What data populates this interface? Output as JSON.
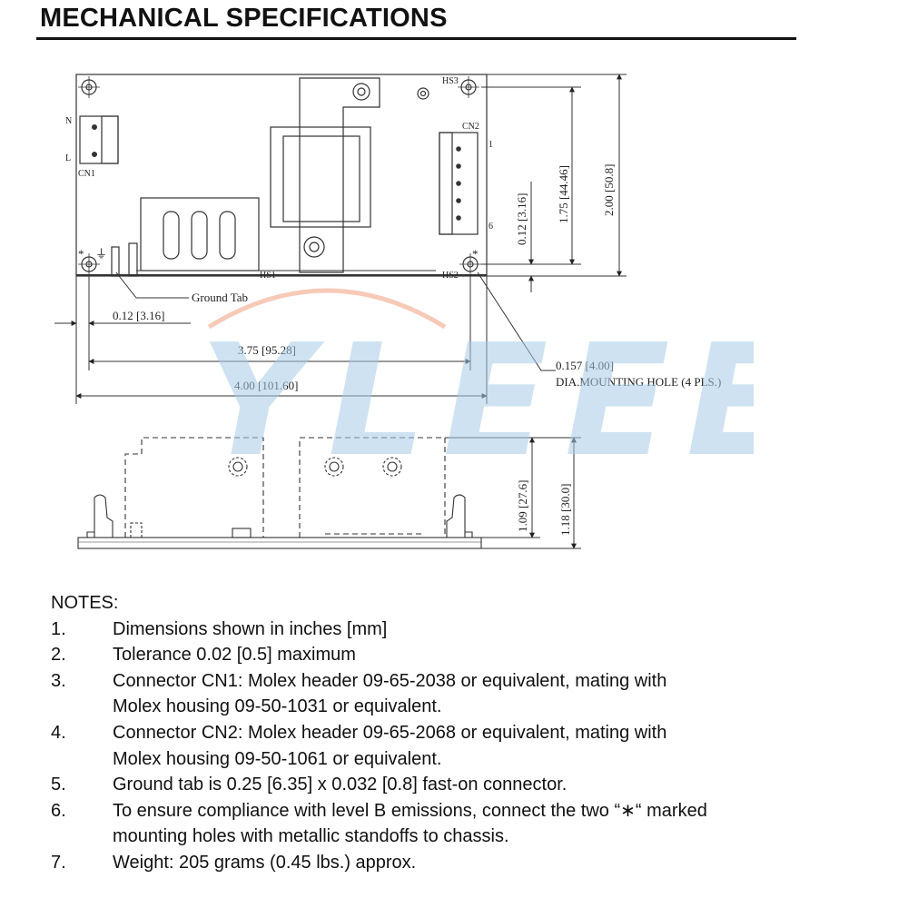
{
  "header": {
    "title": "MECHANICAL SPECIFICATIONS"
  },
  "drawing": {
    "top_view": {
      "connector_cn1": {
        "label": "CN1",
        "pin_n": "N",
        "pin_l": "L"
      },
      "connector_cn2": {
        "label": "CN2",
        "pin_first": "1",
        "pin_last": "6"
      },
      "heatsinks": {
        "hs1": "HS1",
        "hs2": "HS2",
        "hs3": "HS3"
      },
      "ground_tab": "Ground Tab",
      "asterisk": "*",
      "ground_symbol": "⏚",
      "dimensions": {
        "hole_offset_x": "0.12 [3.16]",
        "hole_spacing_x": "3.75 [95.28]",
        "overall_length": "4.00 [101.60]",
        "hole_offset_y": "0.12 [3.16]",
        "hole_spacing_y": "1.75 [44.46]",
        "overall_width": "2.00 [50.8]",
        "mounting_hole": "0.157 [4.00]",
        "mounting_hole_desc": "DIA.MOUNTING HOLE (4 PLS.)"
      }
    },
    "side_view": {
      "dimensions": {
        "component_height": "1.09 [27.6]",
        "overall_height": "1.18 [30.0]"
      }
    },
    "watermark": "YLEEE"
  },
  "notes": {
    "title": "NOTES:",
    "items": [
      {
        "num": "1.",
        "lines": [
          "Dimensions shown in inches [mm]"
        ]
      },
      {
        "num": "2.",
        "lines": [
          "Tolerance 0.02 [0.5] maximum"
        ]
      },
      {
        "num": "3.",
        "lines": [
          "Connector CN1: Molex header 09-65-2038 or equivalent, mating with",
          "Molex housing 09-50-1031 or equivalent."
        ]
      },
      {
        "num": "4.",
        "lines": [
          "Connector CN2: Molex header 09-65-2068 or equivalent, mating with",
          "Molex housing 09-50-1061 or equivalent."
        ]
      },
      {
        "num": "5.",
        "lines": [
          "Ground tab is 0.25 [6.35] x 0.032 [0.8] fast-on connector."
        ]
      },
      {
        "num": "6.",
        "lines": [
          "To ensure compliance with level B emissions, connect the two “∗“ marked",
          "mounting holes with metallic standoffs to chassis."
        ]
      },
      {
        "num": "7.",
        "lines": [
          "Weight: 205 grams (0.45 lbs.) approx."
        ]
      }
    ]
  }
}
